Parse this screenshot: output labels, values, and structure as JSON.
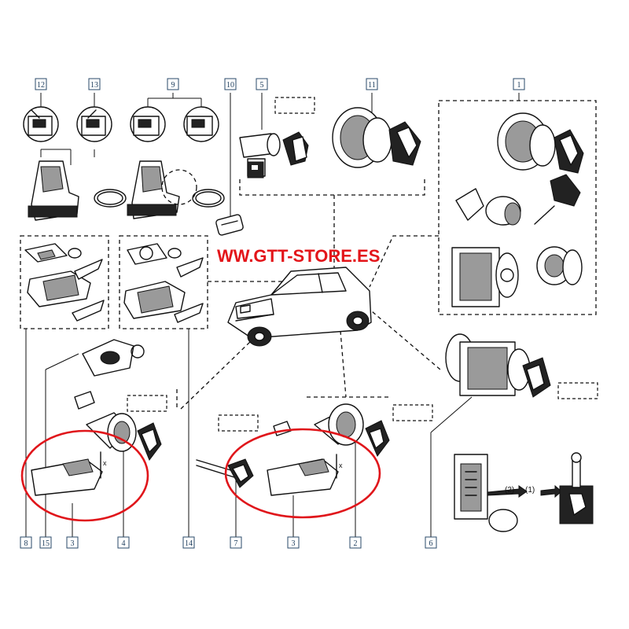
{
  "watermark": "WW.GTT-STORE.ES",
  "callouts": {
    "c12": "12",
    "c13": "13",
    "c9": "9",
    "c10": "10",
    "c5": "5",
    "c11": "11",
    "c1": "1",
    "c8": "8",
    "c15": "15",
    "c3a": "3",
    "c4": "4",
    "c14": "14",
    "c7": "7",
    "c3b": "3",
    "c2": "2",
    "c6": "6"
  },
  "steps": {
    "step2": "(2)",
    "step1": "(1)"
  },
  "dimension_label": "x",
  "colors": {
    "highlight": "#e0161b",
    "watermark": "#e3151a",
    "callout_border": "#2a4a6a"
  }
}
